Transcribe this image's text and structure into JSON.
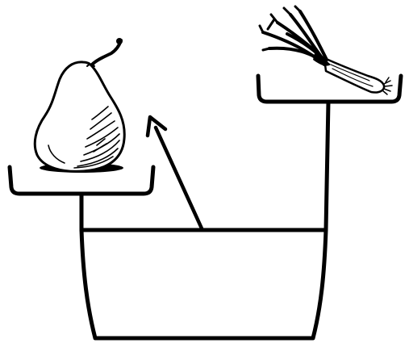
{
  "diagram": {
    "objects": [
      {
        "id": "pear",
        "icon": "pear-icon",
        "position": "left-pan"
      },
      {
        "id": "leek",
        "icon": "leek-icon",
        "position": "right-pan"
      }
    ],
    "apparatus": "balance-scale",
    "indicator": "arrow-pointing-up-left",
    "colors": {
      "ink": "#000000",
      "background": "#ffffff"
    }
  }
}
